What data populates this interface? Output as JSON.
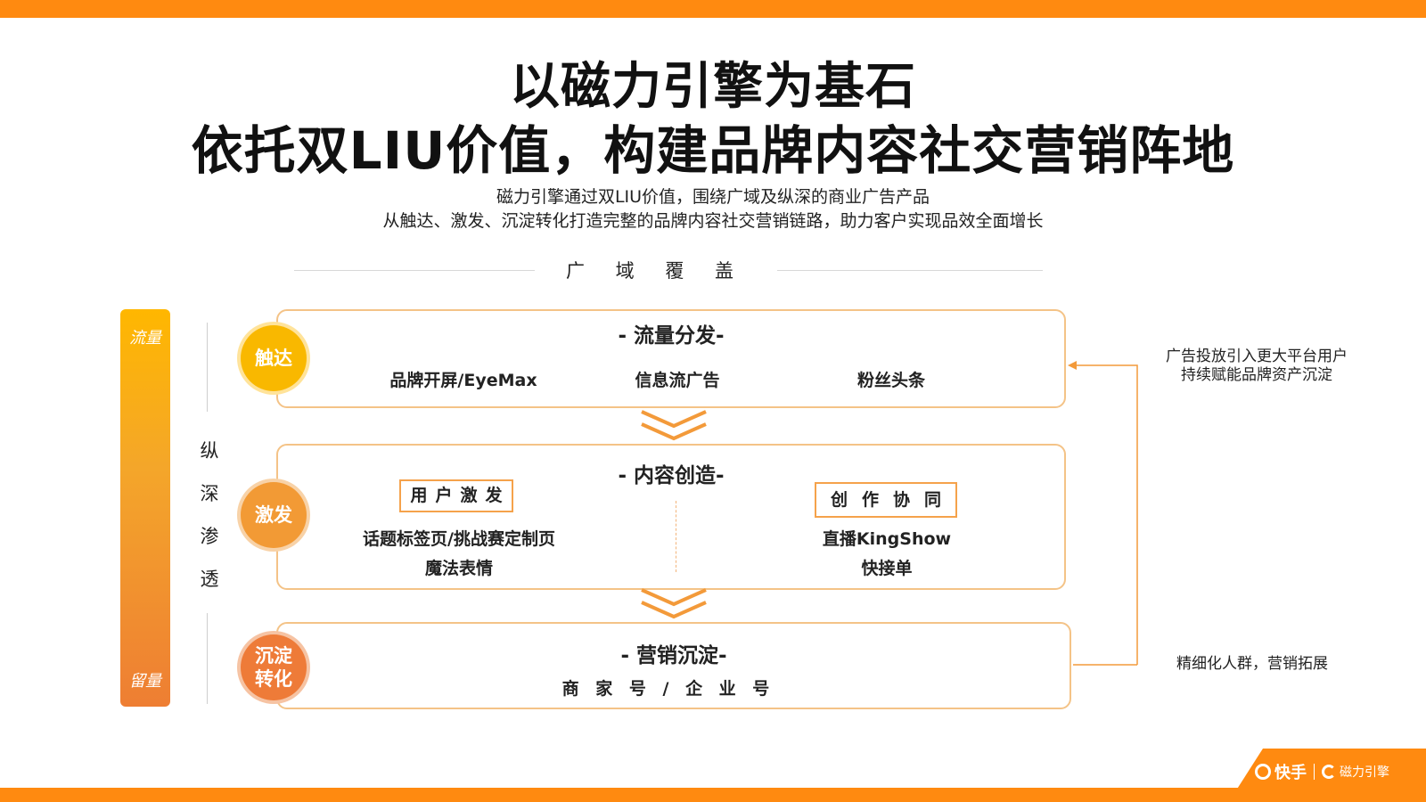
{
  "header": {
    "title_line1": "以磁力引擎为基石",
    "title_line2": "依托双LIU价值，构建品牌内容社交营销阵地",
    "subtitle_line1": "磁力引擎通过双LIU价值，围绕广域及纵深的商业广告产品",
    "subtitle_line2": "从触达、激发、沉淀转化打造完整的品牌内容社交营销链路，助力客户实现品效全面增长"
  },
  "axes": {
    "horizontal_label": "广 域 覆 盖",
    "vertical_label_chars": [
      "纵",
      "深",
      "渗",
      "透"
    ],
    "side_top": "流量",
    "side_bottom": "留量"
  },
  "stages": [
    {
      "circle": "触达",
      "title": "- 流量分发-",
      "items": [
        "品牌开屏/EyeMax",
        "信息流广告",
        "粉丝头条"
      ]
    },
    {
      "circle": "激发",
      "title": "- 内容创造-",
      "left_tag": "用户激发",
      "left_items": [
        "话题标签页/挑战赛定制页",
        "魔法表情"
      ],
      "right_tag": "创作协同",
      "right_items": [
        "直播KingShow",
        "快接单"
      ]
    },
    {
      "circle_line1": "沉淀",
      "circle_line2": "转化",
      "title": "- 营销沉淀-",
      "items_text": "商 家 号 / 企 业 号"
    }
  ],
  "notes": {
    "top_line1": "广告投放引入更大平台用户",
    "top_line2": "持续赋能品牌资产沉淀",
    "bottom": "精细化人群，营销拓展"
  },
  "footer": {
    "brand1": "快手",
    "brand2": "磁力引擎"
  },
  "colors": {
    "accent": "#FF8A10",
    "box_border": "#F4C387",
    "circle_1": "#F9B800",
    "circle_2": "#F29A35",
    "circle_3": "#EE7B38"
  }
}
